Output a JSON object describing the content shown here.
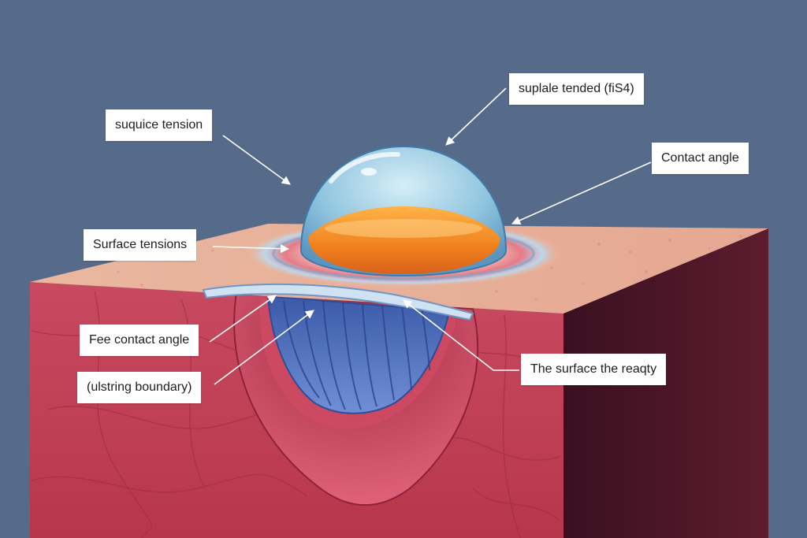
{
  "labels": {
    "top_right": "suplale tended (fiS4)",
    "top_left": "suquice tension",
    "contact_angle": "Contact angle",
    "surface_tensions": "Surface tensions",
    "free_contact_angle": "Fee contact angle",
    "boundary": "(ulstring boundary)",
    "surface_ready": "The surface the reaqty"
  },
  "colors": {
    "background": "#566a8a",
    "tissue_red": "#c63f56",
    "skin_top": "#eab49a",
    "side_dark": "#4a1525",
    "channel_blue": "#4f6fb8",
    "droplet_orange": "#f08a22",
    "label_bg": "#ffffff"
  }
}
